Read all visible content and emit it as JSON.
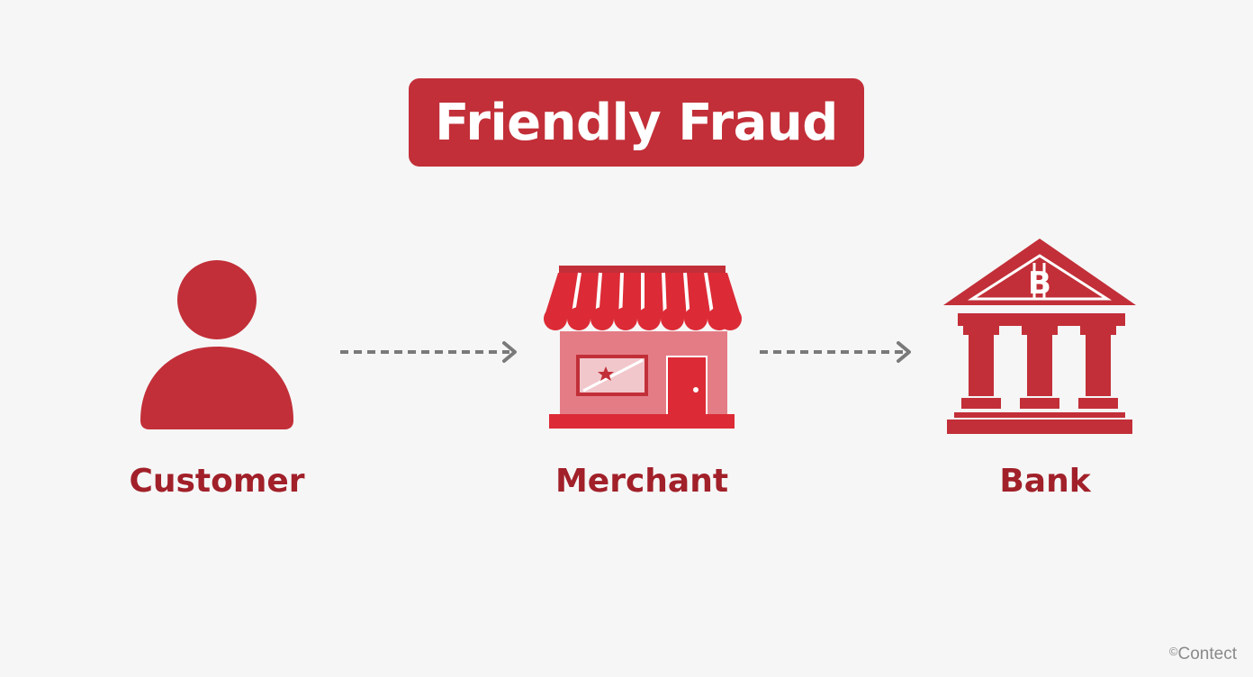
{
  "title": "Friendly Fraud",
  "nodes": [
    {
      "label": "Customer",
      "icon": "person-icon"
    },
    {
      "label": "Merchant",
      "icon": "storefront-icon"
    },
    {
      "label": "Bank",
      "icon": "bank-building-icon"
    }
  ],
  "arrows": [
    {
      "from": "Customer",
      "to": "Merchant",
      "style": "dashed"
    },
    {
      "from": "Merchant",
      "to": "Bank",
      "style": "dashed"
    }
  ],
  "bank_symbol": "B",
  "watermark": "Contect",
  "colors": {
    "background": "#f6f6f6",
    "accent": "#c22f38",
    "label": "#a12029",
    "arrow": "#7a7a7a",
    "store_wall": "#e47c86",
    "store_accent": "#dc2b36"
  }
}
